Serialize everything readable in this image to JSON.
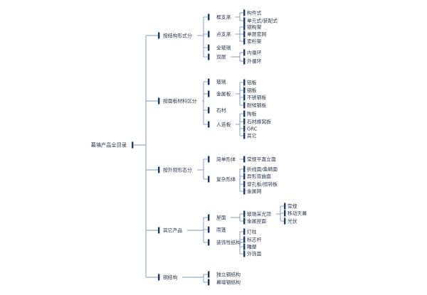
{
  "tree": {
    "label": "幕墙产品全目录",
    "children": [
      {
        "label": "按结构形式分",
        "children": [
          {
            "label": "框支承",
            "children": [
              {
                "label": "构件式"
              },
              {
                "label": "单元式/装配式"
              }
            ]
          },
          {
            "label": "点支承",
            "children": [
              {
                "label": "钢构架"
              },
              {
                "label": "单层索网"
              },
              {
                "label": "索桁架"
              }
            ]
          },
          {
            "label": "全玻璃"
          },
          {
            "label": "双层",
            "children": [
              {
                "label": "内循环"
              },
              {
                "label": "外循环"
              }
            ]
          }
        ]
      },
      {
        "label": "按面板材料区分",
        "children": [
          {
            "label": "玻璃"
          },
          {
            "label": "金属板",
            "children": [
              {
                "label": "铝板"
              },
              {
                "label": "钢板"
              },
              {
                "label": "不锈钢板"
              },
              {
                "label": "耐候钢板"
              }
            ]
          },
          {
            "label": "石材"
          },
          {
            "label": "人造板",
            "children": [
              {
                "label": "陶板"
              },
              {
                "label": "石材蜂窝板"
              },
              {
                "label": "GRC"
              },
              {
                "label": "其它"
              }
            ]
          }
        ]
      },
      {
        "label": "按外观形态分",
        "children": [
          {
            "label": "简单形体",
            "children": [
              {
                "label": "常规平直立面"
              }
            ]
          },
          {
            "label": "复杂形体",
            "children": [
              {
                "label": "折线面/鱼鳞面"
              },
              {
                "label": "异形双曲面"
              },
              {
                "label": "穿孔板/扭转板"
              },
              {
                "label": "金属网"
              }
            ]
          }
        ]
      },
      {
        "label": "其它产品",
        "children": [
          {
            "label": "屋面",
            "children": [
              {
                "label": "玻璃采光顶",
                "children": [
                  {
                    "label": "常规"
                  },
                  {
                    "label": "移动天幕"
                  },
                  {
                    "label": "光伏"
                  }
                ]
              },
              {
                "label": "金属屋面"
              }
            ]
          },
          {
            "label": "雨篷"
          },
          {
            "label": "装饰性结构",
            "children": [
              {
                "label": "灯柱"
              },
              {
                "label": "标志杆"
              },
              {
                "label": "雕塑"
              },
              {
                "label": "外饰面"
              }
            ]
          }
        ]
      },
      {
        "label": "钢结构",
        "children": [
          {
            "label": "独立钢结构"
          },
          {
            "label": "幕墙钢结构"
          }
        ]
      }
    ]
  },
  "colors": {
    "line": "#7f97b3",
    "marker": "#1f3a63",
    "text": "#2f3a4f",
    "background": "#ffffff"
  }
}
